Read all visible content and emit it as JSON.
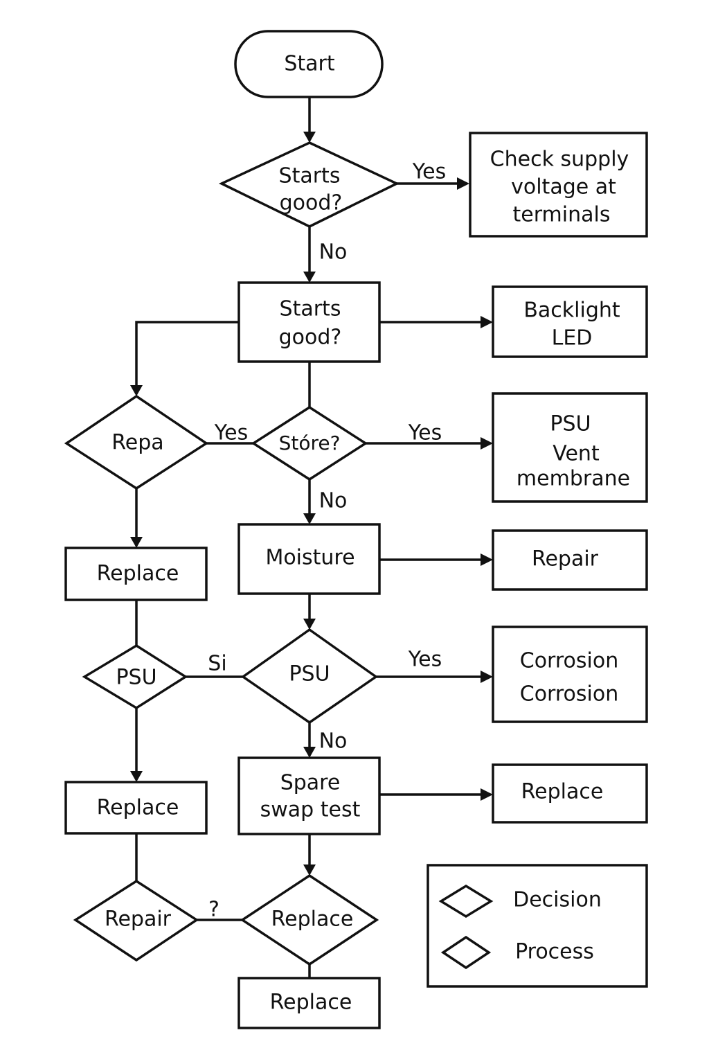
{
  "nodes": {
    "start": "Start",
    "d1": [
      "Starts",
      "good?"
    ],
    "check_supply": [
      "Check supply",
      "voltage at",
      "terminals"
    ],
    "p_starts_good": [
      "Starts",
      "good?"
    ],
    "backlight": [
      "Backlight",
      "LED"
    ],
    "d_repa": "Repa",
    "d_store": "Stóre?",
    "psu_vent": [
      "PSU",
      "Vent",
      "membrane"
    ],
    "replace_1": "Replace",
    "moisture": "Moisture",
    "repair_1": "Repair",
    "d_psu_left": "PSU",
    "d_psu_mid": "PSU",
    "corrosion": [
      "Corrosion",
      "Corrosion"
    ],
    "replace_2": "Replace",
    "spare_swap": [
      "Spare",
      "swap test"
    ],
    "replace_3": "Replace",
    "d_repair": "Repair",
    "d_replace": "Replace",
    "replace_4": "Replace"
  },
  "edge_labels": {
    "yes_1": "Yes",
    "no_1": "No",
    "yes_2": "Yes",
    "yes_3": "Yes",
    "no_2": "No",
    "si": "Si",
    "yes_4": "Yes",
    "no_3": "No",
    "question": "?"
  },
  "legend": {
    "decision": "Decision",
    "process": "Process"
  }
}
